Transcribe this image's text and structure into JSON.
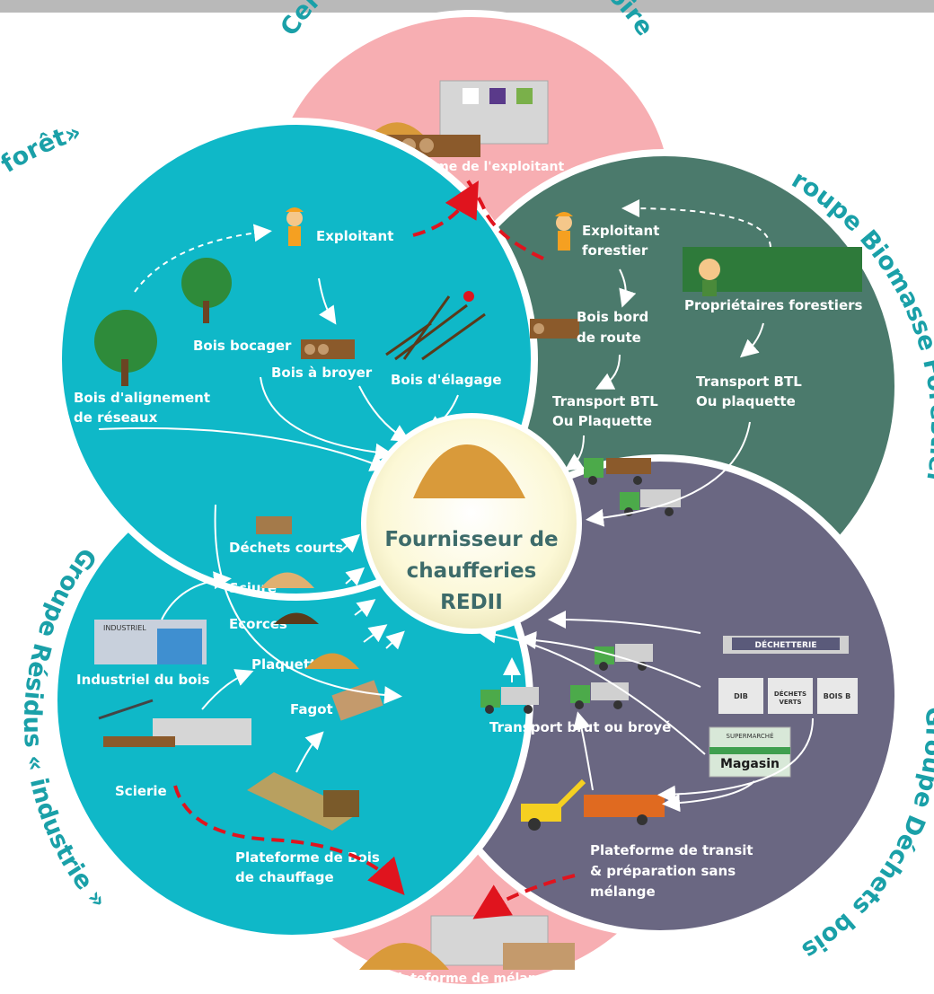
{
  "titles": {
    "top": "Certification REDII Obligatoire",
    "left_top": "Groupe Résidus « arbre hors forêt»",
    "right_top": "Groupe Biomasse Forestière",
    "left_bottom": "Groupe Résidus « industrie »",
    "right_bottom": "Groupe Déchets bois"
  },
  "center": {
    "line1": "Fournisseur de",
    "line2": "chaufferies",
    "line3": "REDII"
  },
  "top_circle": {
    "platform": "Plateforme de l'exploitant"
  },
  "bottom_circle": {
    "platform": "Plateforme de mélange"
  },
  "arbre_hors_foret": {
    "exploitant": "Exploitant",
    "bois_bocager": "Bois bocager",
    "bois_a_broyer": "Bois à broyer",
    "bois_elagage": "Bois d'élagage",
    "alignement_1": "Bois d'alignement",
    "alignement_2": "de réseaux"
  },
  "biomasse": {
    "exploitant_1": "Exploitant",
    "exploitant_2": "forestier",
    "proprietaires": "Propriétaires forestiers",
    "bord_route_1": "Bois bord",
    "bord_route_2": "de route",
    "transport_a_1": "Transport BTL",
    "transport_a_2": "Ou Plaquette",
    "transport_b_1": "Transport BTL",
    "transport_b_2": "Ou plaquette"
  },
  "industrie": {
    "dechets_courts": "Déchets courts",
    "sciure": "Sciure",
    "ecorces": "Ecorces",
    "plaquette": "Plaquette",
    "fagot": "Fagot",
    "industriel": "Industriel du bois",
    "industriel_sign": "INDUSTRIEL",
    "scierie": "Scierie",
    "plateforme_1": "Plateforme de Bois",
    "plateforme_2": "de chauffage"
  },
  "dechets": {
    "transport": "Transport brut ou broyé",
    "dechetterie": "DÉCHETTERIE",
    "dib": "DIB",
    "dechets_verts_1": "DÉCHETS",
    "dechets_verts_2": "VERTS",
    "bois_b": "BOIS B",
    "supermarche": "SUPERMARCHÉ",
    "magasin": "Magasin",
    "transit_1": "Plateforme de transit",
    "transit_2": "& préparation sans",
    "transit_3": "mélange"
  },
  "colors": {
    "pink": "#f7aeb2",
    "teal": "#0fb8c8",
    "forest": "#4b7a6c",
    "purple": "#6a6782",
    "center": "#fcf8d6",
    "title": "#1aa0a8",
    "red_arrow": "#e0141e"
  }
}
